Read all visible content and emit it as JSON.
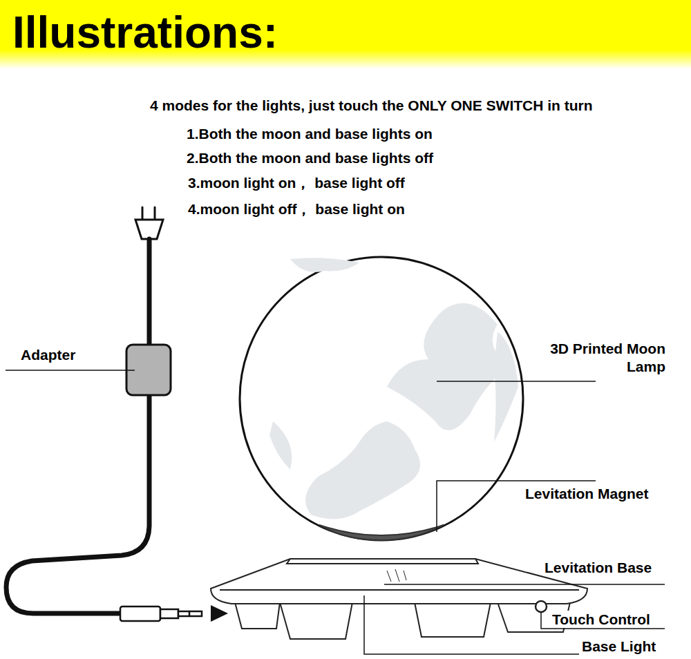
{
  "diagram": {
    "title": "Illustrations:",
    "labels": [
      "4 modes for the lights, just touch the ONLY ONE SWITCH in turn",
      "1.Both the moon and base lights on",
      "2.Both the moon and base lights off",
      "3.moon light on， base light off",
      "4.moon light off， base light on",
      "Adapter",
      "3D Printed Moon Lamp",
      "Levitation Magnet",
      "Levitation Base",
      "Touch Control",
      "Base Light"
    ]
  }
}
